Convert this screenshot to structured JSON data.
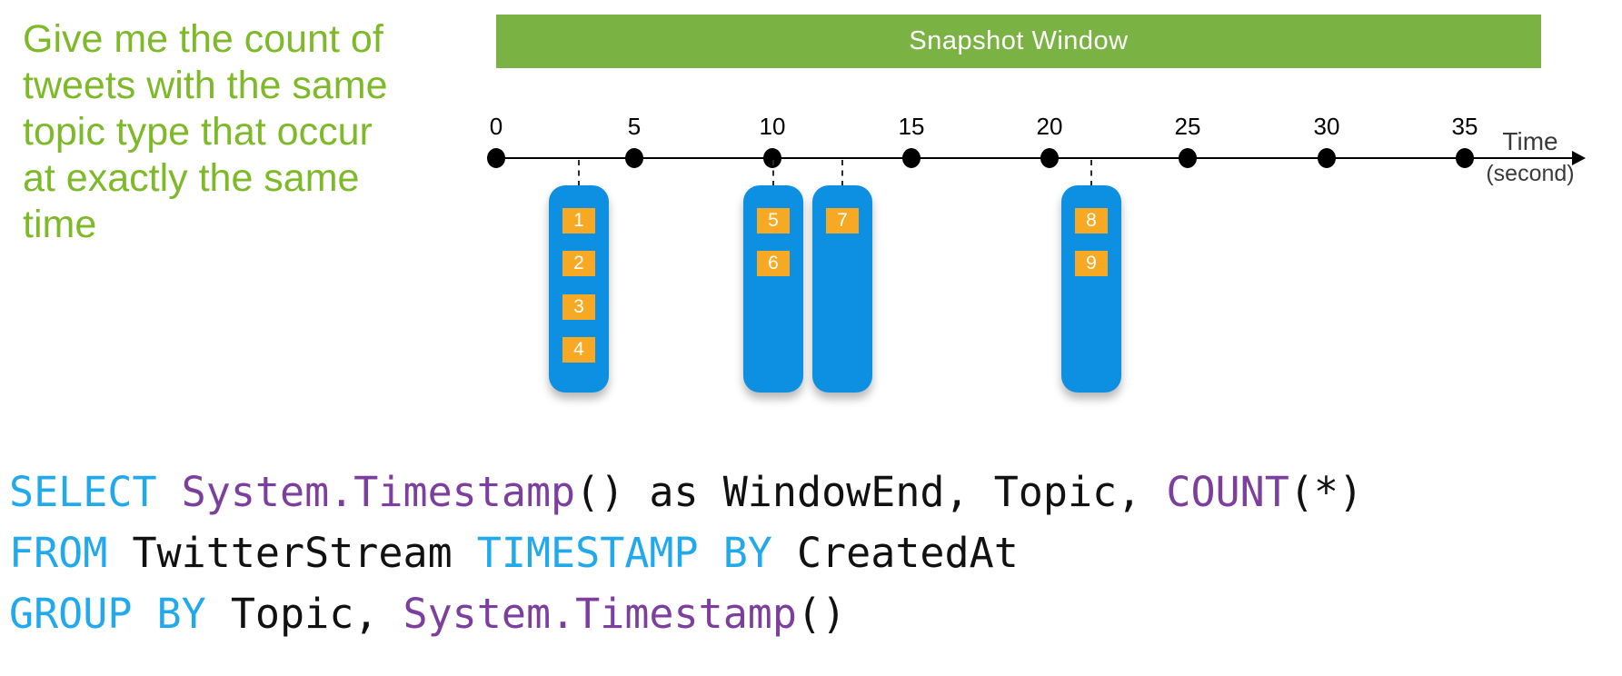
{
  "colors": {
    "green-text": "#7DB928",
    "banner-green": "#7AB243",
    "box-blue": "#0D8FE2",
    "event-orange": "#F7A923",
    "sql-keyword-cyan": "#22A9EC",
    "sql-function-purple": "#7D3F9E",
    "sql-plain-black": "#111111"
  },
  "question": {
    "lines": [
      "Give me the count of",
      "tweets with the same",
      "topic type that occur",
      "at exactly the same",
      "time"
    ]
  },
  "banner": {
    "label": "Snapshot Window"
  },
  "timeline": {
    "axis_label_line1": "Time",
    "axis_label_line2": "(second)",
    "ticks": [
      "0",
      "5",
      "10",
      "15",
      "20",
      "25",
      "30",
      "35"
    ],
    "groups": [
      {
        "time_seconds": 3,
        "events": [
          "1",
          "2",
          "3",
          "4"
        ]
      },
      {
        "time_seconds": 10,
        "events": [
          "5",
          "6"
        ]
      },
      {
        "time_seconds": 12.5,
        "events": [
          "7"
        ]
      },
      {
        "time_seconds": 21.5,
        "events": [
          "8",
          "9"
        ]
      }
    ]
  },
  "sql": {
    "lines": [
      {
        "tokens": [
          {
            "text": "SELECT ",
            "type": "keyword"
          },
          {
            "text": "System.Timestamp",
            "type": "function"
          },
          {
            "text": "() as WindowEnd, Topic, ",
            "type": "plain"
          },
          {
            "text": "COUNT",
            "type": "function"
          },
          {
            "text": "(*)",
            "type": "plain"
          }
        ]
      },
      {
        "tokens": [
          {
            "text": "FROM ",
            "type": "keyword"
          },
          {
            "text": "TwitterStream ",
            "type": "plain"
          },
          {
            "text": "TIMESTAMP BY ",
            "type": "keyword"
          },
          {
            "text": "CreatedAt",
            "type": "plain"
          }
        ]
      },
      {
        "tokens": [
          {
            "text": "GROUP BY ",
            "type": "keyword"
          },
          {
            "text": "Topic, ",
            "type": "plain"
          },
          {
            "text": "System.Timestamp",
            "type": "function"
          },
          {
            "text": "()",
            "type": "plain"
          }
        ]
      }
    ]
  }
}
